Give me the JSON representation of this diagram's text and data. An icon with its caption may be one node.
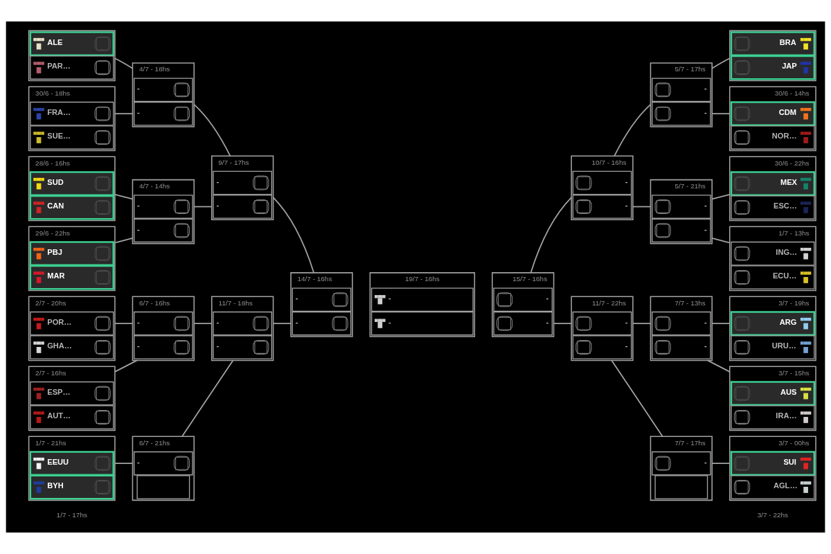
{
  "diagram": {
    "nodes": [
      {
        "text": [],
        "shape": "box"
      },
      {
        "text": [
          "ALE"
        ],
        "in": 0
      },
      {
        "text": [
          "PAR…"
        ],
        "in": 0
      },
      {
        "text": [
          "30/6 - 18hs"
        ]
      },
      {
        "text": [
          "FRA…"
        ],
        "in": 3
      },
      {
        "text": [
          "SUE…"
        ],
        "in": 3
      },
      {
        "text": [
          "28/6 - 16hs"
        ]
      },
      {
        "text": [
          "SUD"
        ],
        "in": 6
      },
      {
        "text": [
          "CAN"
        ],
        "in": 6
      },
      {
        "text": [
          "29/6 - 22hs"
        ]
      },
      {
        "text": [
          "PBJ"
        ],
        "in": 9
      },
      {
        "text": [
          "MAR"
        ],
        "in": 9
      },
      {
        "text": [
          "2/7 - 20hs"
        ]
      },
      {
        "text": [
          "POR…"
        ],
        "in": 12
      },
      {
        "text": [
          "GHA…"
        ],
        "in": 12
      },
      {
        "text": [
          "2/7 - 16hs"
        ]
      },
      {
        "text": [
          "ESP…"
        ],
        "in": 15
      },
      {
        "text": [
          "AUT…"
        ],
        "in": 15
      },
      {
        "text": [
          "1/7 - 21hs"
        ]
      },
      {
        "text": [
          "EEUU"
        ],
        "in": 18
      },
      {
        "text": [
          "BYH"
        ],
        "in": 18
      },
      {
        "text": [
          "4/7 - 18hs"
        ]
      },
      {
        "text": [
          "-"
        ],
        "in": 21
      },
      {
        "text": [
          "-"
        ],
        "in": 21
      },
      {
        "text": [
          "4/7 - 14hs"
        ]
      },
      {
        "text": [
          "-"
        ],
        "in": 24
      },
      {
        "text": [
          "-"
        ],
        "in": 24
      },
      {
        "text": [
          "6/7 - 16hs"
        ]
      },
      {
        "text": [
          "-"
        ],
        "in": 27
      },
      {
        "text": [
          "-"
        ],
        "in": 27
      },
      {
        "text": [
          "6/7 - 21hs"
        ]
      },
      {
        "text": [
          "-"
        ],
        "in": 30
      },
      {
        "text": [],
        "shape": "box",
        "in": 30
      },
      {
        "text": [
          "9/7 - 17hs"
        ]
      },
      {
        "text": [
          "-"
        ],
        "in": 33
      },
      {
        "text": [
          "-"
        ],
        "in": 33
      },
      {
        "text": [
          "11/7 - 18hs"
        ]
      },
      {
        "text": [
          "-"
        ],
        "in": 36
      },
      {
        "text": [
          "-"
        ],
        "in": 36
      },
      {
        "text": [
          "14/7 - 16hs"
        ]
      },
      {
        "text": [
          "-"
        ],
        "in": 39
      },
      {
        "text": [
          "-"
        ],
        "in": 39
      },
      {
        "text": [
          "19/7 - 16hs"
        ]
      },
      {
        "text": [
          "-"
        ],
        "in": 42
      },
      {
        "text": [
          "-"
        ],
        "in": 42
      },
      {
        "text": [
          "15/7 - 16hs"
        ]
      },
      {
        "text": [
          "-"
        ],
        "in": 45
      },
      {
        "text": [
          "-"
        ],
        "in": 45
      },
      {
        "text": [
          "10/7 - 16hs"
        ]
      },
      {
        "text": [
          "-"
        ],
        "in": 48
      },
      {
        "text": [
          "-"
        ],
        "in": 48
      },
      {
        "text": [
          "11/7 - 22hs"
        ]
      },
      {
        "text": [
          "-"
        ],
        "in": 51
      },
      {
        "text": [
          "-"
        ],
        "in": 51
      },
      {
        "text": [
          "5/7 - 17hs"
        ]
      },
      {
        "text": [
          "-"
        ],
        "in": 54
      },
      {
        "text": [
          "-"
        ],
        "in": 54
      },
      {
        "text": [
          "5/7 - 21hs"
        ]
      },
      {
        "text": [
          "-"
        ],
        "in": 57
      },
      {
        "text": [
          "-"
        ],
        "in": 57
      },
      {
        "text": [
          "7/7 - 13hs"
        ]
      },
      {
        "text": [
          "-"
        ],
        "in": 60
      },
      {
        "text": [
          "-"
        ],
        "in": 60
      },
      {
        "text": [
          "7/7 - 17hs"
        ]
      },
      {
        "text": [
          "-"
        ],
        "in": 63
      },
      {
        "text": [],
        "shape": "box",
        "in": 63
      },
      {
        "text": [],
        "shape": "box"
      },
      {
        "text": [
          "BRA"
        ],
        "in": 66
      },
      {
        "text": [
          "JAP"
        ],
        "in": 66
      },
      {
        "text": [
          "30/6 - 14hs"
        ]
      },
      {
        "text": [
          "CDM"
        ],
        "in": 69
      },
      {
        "text": [
          "NOR…"
        ],
        "in": 69
      },
      {
        "text": [
          "30/6 - 22hs"
        ]
      },
      {
        "text": [
          "MEX"
        ],
        "in": 72
      },
      {
        "text": [
          "ESC…"
        ],
        "in": 72
      },
      {
        "text": [
          "1/7 - 13hs"
        ]
      },
      {
        "text": [
          "ING…"
        ],
        "in": 75
      },
      {
        "text": [
          "ECU…"
        ],
        "in": 75
      },
      {
        "text": [
          "3/7 - 19hs"
        ]
      },
      {
        "text": [
          "ARG"
        ],
        "in": 78
      },
      {
        "text": [
          "URU…"
        ],
        "in": 78
      },
      {
        "text": [
          "3/7 - 15hs"
        ]
      },
      {
        "text": [
          "AUS"
        ],
        "in": 81
      },
      {
        "text": [
          "IRA…"
        ],
        "in": 81
      },
      {
        "text": [
          "3/7 - 00hs"
        ]
      },
      {
        "text": [
          "SUI"
        ],
        "in": 84
      },
      {
        "text": [
          "AGL…"
        ],
        "in": 84
      }
    ],
    "edges": [
      {
        "from": 0,
        "to": 21,
        "arrow": "none"
      },
      {
        "from": 3,
        "to": 21,
        "arrow": "none"
      },
      {
        "from": 6,
        "to": 24,
        "arrow": "none"
      },
      {
        "from": 9,
        "to": 24,
        "arrow": "none"
      },
      {
        "from": 12,
        "to": 27,
        "arrow": "none"
      },
      {
        "from": 15,
        "to": 27,
        "arrow": "none"
      },
      {
        "from": 18,
        "to": 30,
        "arrow": "none"
      },
      {
        "from": 21,
        "to": 33,
        "arrow": "none"
      },
      {
        "from": 24,
        "to": 33,
        "arrow": "none"
      },
      {
        "from": 27,
        "to": 36,
        "arrow": "none"
      },
      {
        "from": 30,
        "to": 36,
        "arrow": "none"
      },
      {
        "from": 33,
        "to": 39,
        "arrow": "none"
      },
      {
        "from": 36,
        "to": 39,
        "arrow": "none"
      },
      {
        "from": 45,
        "to": 48,
        "arrow": "none"
      },
      {
        "from": 45,
        "to": 51,
        "arrow": "none"
      },
      {
        "from": 48,
        "to": 54,
        "arrow": "none"
      },
      {
        "from": 48,
        "to": 57,
        "arrow": "none"
      },
      {
        "from": 51,
        "to": 60,
        "arrow": "none"
      },
      {
        "from": 51,
        "to": 63,
        "arrow": "none"
      },
      {
        "from": 54,
        "to": 66,
        "arrow": "none"
      },
      {
        "from": 54,
        "to": 69,
        "arrow": "none"
      },
      {
        "from": 57,
        "to": 72,
        "arrow": "none"
      },
      {
        "from": 57,
        "to": 75,
        "arrow": "none"
      },
      {
        "from": 60,
        "to": 78,
        "arrow": "none"
      },
      {
        "from": 60,
        "to": 81,
        "arrow": "none"
      },
      {
        "from": 63,
        "to": 84,
        "arrow": "none"
      }
    ],
    "labels": [
      "1/7 - 17hs",
      "3/7 - 22hs"
    ]
  }
}
